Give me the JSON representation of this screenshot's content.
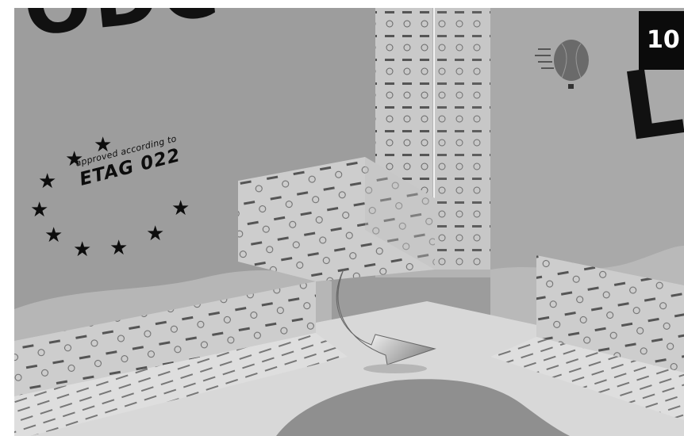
{
  "brand": {
    "wordmark_left": "ODC",
    "wordmark_right": "Le"
  },
  "badge": {
    "number": "10"
  },
  "certification": {
    "line1": "approved according to",
    "line2": "ETAG 022"
  },
  "colors": {
    "wall": "#9c9c9c",
    "floor": "#d9d9d9",
    "tape": "#c8c8c8",
    "text": "#0d0d0d",
    "badge_bg": "#0b0b0b",
    "badge_text": "#ffffff"
  },
  "icons": [
    "star-icon",
    "hot-air-balloon-icon",
    "curved-arrow-icon"
  ]
}
